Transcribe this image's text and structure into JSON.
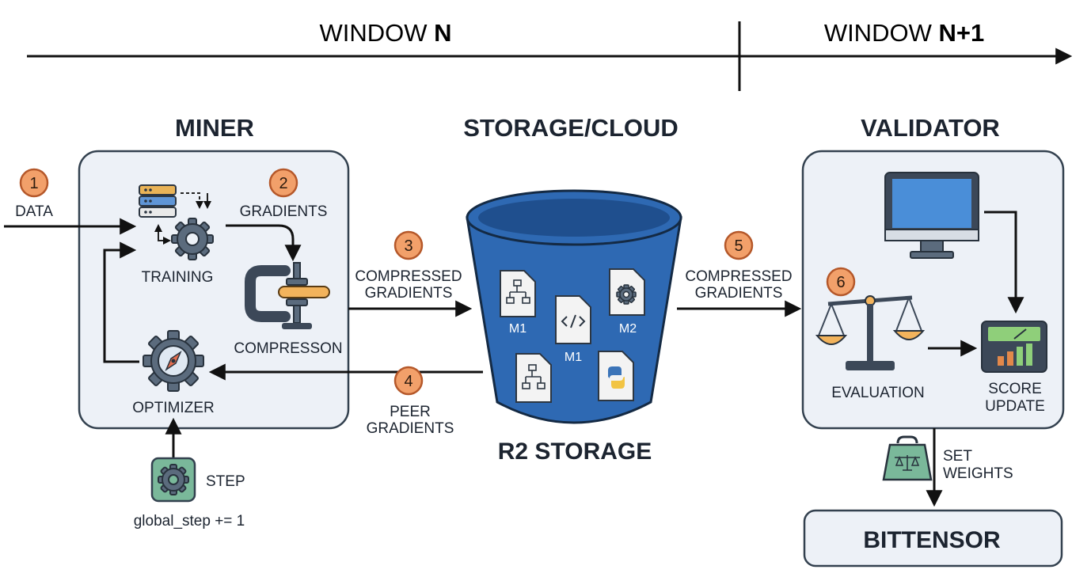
{
  "timeline": {
    "window_n_prefix": "WINDOW ",
    "window_n_bold": "N",
    "window_n1_prefix": "WINDOW ",
    "window_n1_bold": "N+1"
  },
  "sections": {
    "miner": "MINER",
    "storage": "STORAGE/CLOUD",
    "validator": "VALIDATOR"
  },
  "steps": {
    "s1": {
      "num": "1",
      "label": "DATA"
    },
    "s2": {
      "num": "2",
      "label": "GRADIENTS"
    },
    "s3": {
      "num": "3",
      "line1": "COMPRESSED",
      "line2": "GRADIENTS"
    },
    "s4": {
      "num": "4",
      "line1": "PEER",
      "line2": "GRADIENTS"
    },
    "s5": {
      "num": "5",
      "line1": "COMPRESSED",
      "line2": "GRADIENTS"
    },
    "s6": {
      "num": "6"
    }
  },
  "miner": {
    "training": "TRAINING",
    "compression": "COMPRESSON",
    "optimizer": "OPTIMIZER",
    "step": "STEP",
    "global_step": "global_step += 1"
  },
  "storage": {
    "bucket_label": "R2 STORAGE",
    "file_m1_a": "M1",
    "file_m1_b": "M1",
    "file_m2": "M2"
  },
  "validator": {
    "evaluation": "EVALUATION",
    "score_line1": "SCORE",
    "score_line2": "UPDATE",
    "set_line1": "SET",
    "set_line2": "WEIGHTS",
    "bittensor": "BITTENSOR"
  },
  "colors": {
    "badge_fill": "#f2a06a",
    "badge_stroke": "#b5582a",
    "bucket_blue": "#2e69b3",
    "panel_fill": "#edf1f7",
    "panel_stroke": "#33414f",
    "teal_accent": "#7ab89a",
    "monitor_blue": "#4a8ed8"
  }
}
